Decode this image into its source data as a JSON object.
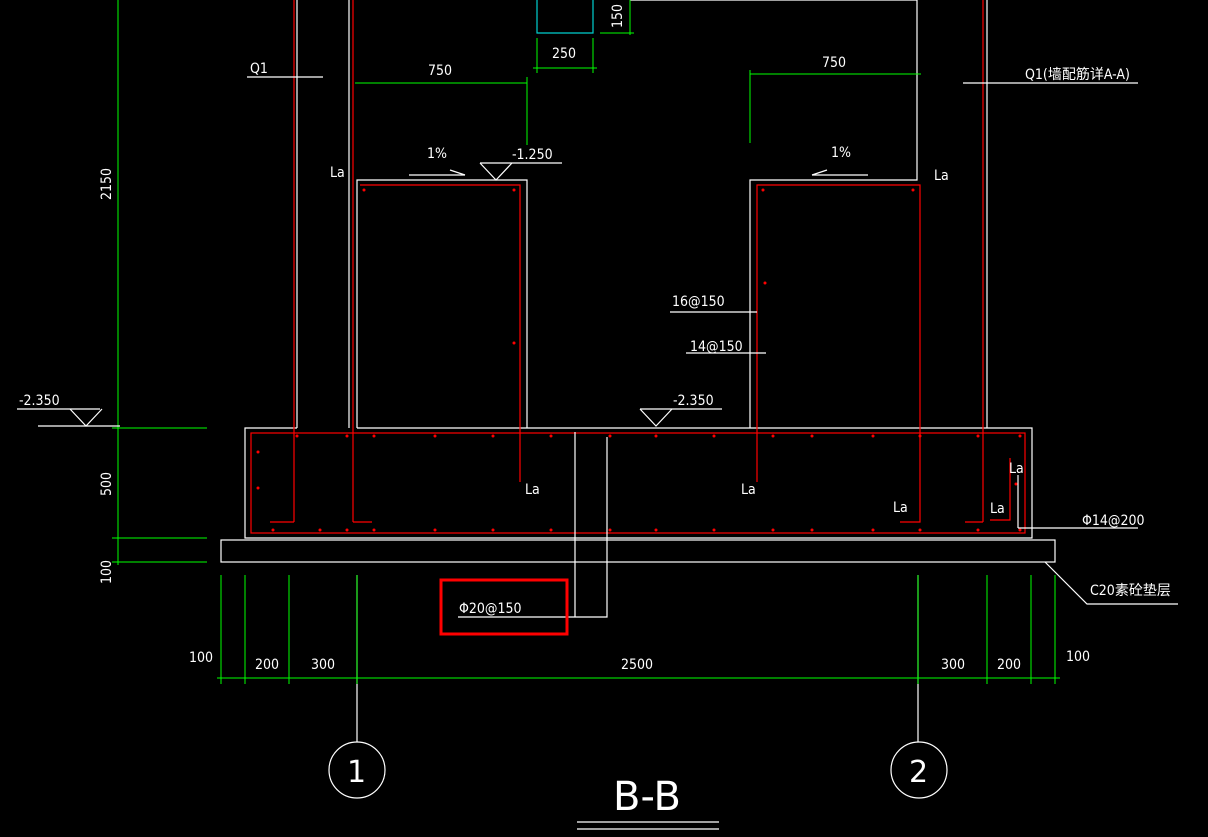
{
  "drawing": {
    "section_title": "B-B",
    "axis_bubbles": [
      "1",
      "2"
    ],
    "wall_left_label": "Q1",
    "wall_right_label": "Q1(墙配筋详A-A)",
    "dims_top": {
      "left_750": "750",
      "right_750": "750",
      "opening_250": "250",
      "top_150": "150"
    },
    "dims_left_vertical": {
      "h2150": "2150",
      "h500": "500",
      "h100": "100"
    },
    "dims_bottom": {
      "d100_left": "100",
      "d200_left": "200",
      "d300_left": "300",
      "d2500": "2500",
      "d300_right": "300",
      "d200_right": "200",
      "d100_right": "100"
    },
    "elevations": {
      "top_left": "-1.250",
      "left_outer": "-2.350",
      "inner_bottom": "-2.350"
    },
    "slopes": {
      "left": "1%",
      "right": "1%"
    },
    "anchorage": "La",
    "rebars": {
      "r16": "16@150",
      "r14": "14@150",
      "phi14": "Φ14@200",
      "phi20": "Φ20@150"
    },
    "cushion": "C20素砼垫层"
  },
  "colors": {
    "background": "#000000",
    "line": "#ffffff",
    "dimension": "#00ff00",
    "rebar": "#ff0000",
    "opening": "#00d0d0",
    "highlight": "#ff0000"
  }
}
